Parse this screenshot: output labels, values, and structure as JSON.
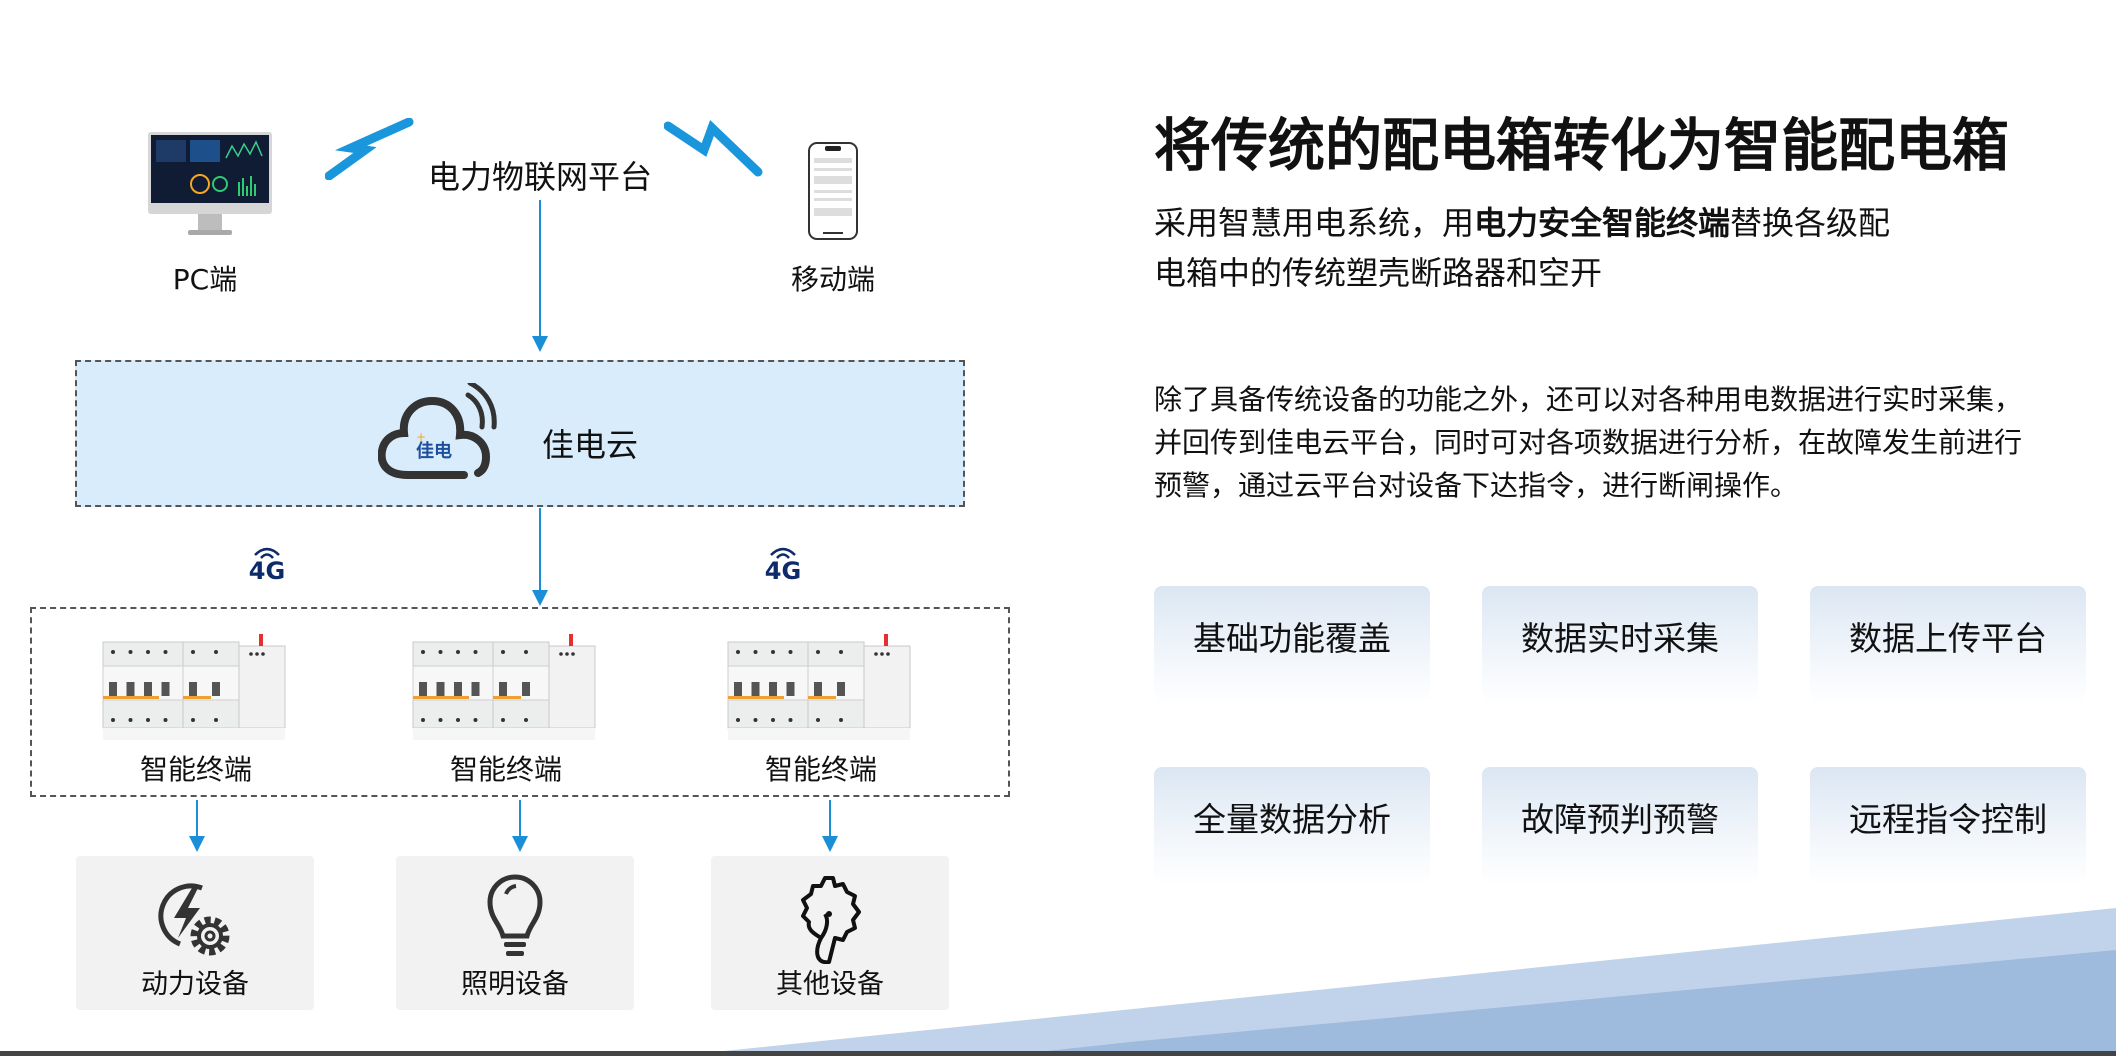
{
  "diagram": {
    "platform_label": "电力物联网平台",
    "pc_label": "PC端",
    "mobile_label": "移动端",
    "cloud_label": "佳电云",
    "cloud_logo_text": "佳电",
    "network_badge": "4G",
    "terminal_label": "智能终端",
    "devices": [
      {
        "label": "动力设备",
        "icon": "power-gear-icon"
      },
      {
        "label": "照明设备",
        "icon": "light-bulb-icon"
      },
      {
        "label": "其他设备",
        "icon": "gear-head-icon"
      }
    ],
    "colors": {
      "arrow": "#1a8fd8",
      "cloud_fill": "#d9ecfc",
      "badge": "#0d2a6b"
    }
  },
  "content": {
    "title": "将传统的配电箱转化为智能配电箱",
    "subtitle_pre": "采用智慧用电系统，用",
    "subtitle_bold": "电力安全智能终端",
    "subtitle_post": "替换各级配",
    "subtitle_line2": "电箱中的传统塑壳断路器和空开",
    "paragraph_lines": [
      "除了具备传统设备的功能之外，还可以对各种用电数据进行实时采集，",
      "并回传到佳电云平台，同时可对各项数据进行分析，在故障发生前进行",
      "预警，通过云平台对设备下达指令，进行断闸操作。"
    ],
    "features": [
      "基础功能覆盖",
      "数据实时采集",
      "数据上传平台",
      "全量数据分析",
      "故障预判预警",
      "远程指令控制"
    ]
  }
}
